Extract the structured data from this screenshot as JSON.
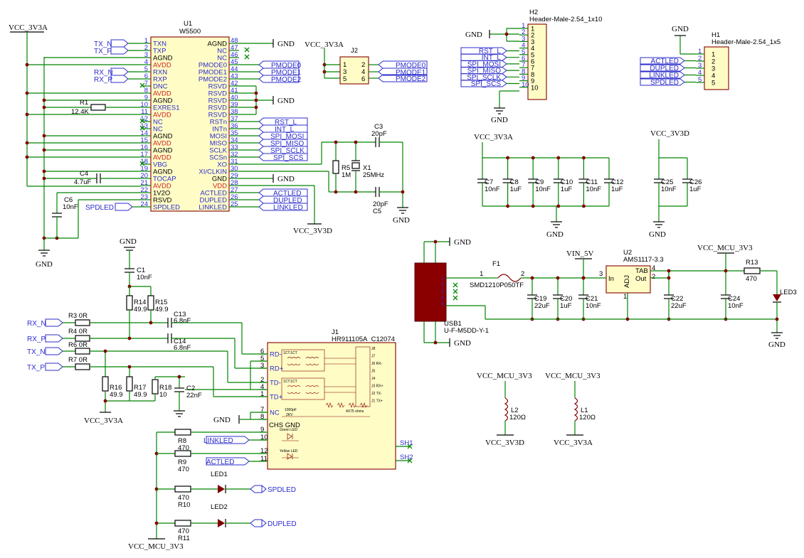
{
  "power": {
    "vcc3v3a": "VCC_3V3A",
    "vcc3v3d": "VCC_3V3D",
    "vccmcu": "VCC_MCU_3V3",
    "vin5v": "VIN_5V",
    "gnd": "GND"
  },
  "u1": {
    "ref": "U1",
    "value": "W5500",
    "left_pins": [
      {
        "num": "1",
        "name": "TXN"
      },
      {
        "num": "2",
        "name": "TXP"
      },
      {
        "num": "3",
        "name": "AGND"
      },
      {
        "num": "4",
        "name": "AVDD"
      },
      {
        "num": "5",
        "name": "RXN"
      },
      {
        "num": "6",
        "name": "RXP"
      },
      {
        "num": "7",
        "name": "DNC"
      },
      {
        "num": "8",
        "name": "AVDD"
      },
      {
        "num": "9",
        "name": "AGND"
      },
      {
        "num": "10",
        "name": "EXRES1"
      },
      {
        "num": "11",
        "name": "AVDD"
      },
      {
        "num": "12",
        "name": "NC"
      },
      {
        "num": "13",
        "name": "NC"
      },
      {
        "num": "14",
        "name": "AGND"
      },
      {
        "num": "15",
        "name": "AVDD"
      },
      {
        "num": "16",
        "name": "AGND"
      },
      {
        "num": "17",
        "name": "AVDD"
      },
      {
        "num": "18",
        "name": "VBG"
      },
      {
        "num": "19",
        "name": "AGND"
      },
      {
        "num": "20",
        "name": "TOCAP"
      },
      {
        "num": "21",
        "name": "AVDD"
      },
      {
        "num": "22",
        "name": "1V2O"
      },
      {
        "num": "23",
        "name": "RSVD"
      },
      {
        "num": "24",
        "name": "SPDLED"
      }
    ],
    "right_pins": [
      {
        "num": "48",
        "name": "AGND"
      },
      {
        "num": "47",
        "name": "NC"
      },
      {
        "num": "46",
        "name": "NC"
      },
      {
        "num": "45",
        "name": "PMODE0"
      },
      {
        "num": "44",
        "name": "PMODE1"
      },
      {
        "num": "43",
        "name": "PMODE2"
      },
      {
        "num": "42",
        "name": "RSVD"
      },
      {
        "num": "41",
        "name": "RSVD"
      },
      {
        "num": "40",
        "name": "RSVD"
      },
      {
        "num": "39",
        "name": "RSVD"
      },
      {
        "num": "38",
        "name": "RSVD"
      },
      {
        "num": "37",
        "name": "RSTn"
      },
      {
        "num": "36",
        "name": "INTn"
      },
      {
        "num": "35",
        "name": "MOSI"
      },
      {
        "num": "34",
        "name": "MISO"
      },
      {
        "num": "33",
        "name": "SCLK"
      },
      {
        "num": "32",
        "name": "SCSn"
      },
      {
        "num": "31",
        "name": "XO"
      },
      {
        "num": "30",
        "name": "XI/CLKIN"
      },
      {
        "num": "29",
        "name": "GND"
      },
      {
        "num": "28",
        "name": "VDD"
      },
      {
        "num": "27",
        "name": "ACTLED"
      },
      {
        "num": "26",
        "name": "DUPLED"
      },
      {
        "num": "25",
        "name": "LINKLED"
      }
    ]
  },
  "labels": {
    "tx_n": "TX_N",
    "tx_p": "TX_P",
    "rx_n": "RX_N",
    "rx_p": "RX_P",
    "pmode0": "PMODE0",
    "pmode1": "PMODE1",
    "pmode2": "PMODE2",
    "rst_l": "RST_L",
    "int_l": "INT_L",
    "spi_mosi": "SPI_MOSI",
    "spi_miso": "SPI_MISO",
    "spi_sclk": "SPI_SCLK",
    "spi_scs": "SPI_SCS",
    "actled": "ACTLED",
    "dupled": "DUPLED",
    "linkled": "LINKLED",
    "spdled": "SPDLED"
  },
  "j2": {
    "ref": "J2",
    "pins": [
      "1",
      "2",
      "3",
      "4",
      "5",
      "6"
    ]
  },
  "h2": {
    "ref": "H2",
    "value": "Header-Male-2.54_1x10",
    "labels": [
      "RST_L",
      "INT_L",
      "SPI_MOSI",
      "SPI_MISO",
      "SPI_SCLK",
      "SPI_SCS"
    ]
  },
  "h1": {
    "ref": "H1",
    "value": "Header-Male-2.54_1x5",
    "labels": [
      "ACTLED",
      "DUPLED",
      "LINKLED",
      "SPDLED"
    ]
  },
  "components": {
    "r1": {
      "ref": "R1",
      "value": "12.4K"
    },
    "c4": {
      "ref": "C4",
      "value": "4.7uF"
    },
    "c6": {
      "ref": "C6",
      "value": "10nF"
    },
    "c3": {
      "ref": "C3",
      "value": "20pF"
    },
    "c5": {
      "ref": "C5",
      "value": "20pF"
    },
    "r5": {
      "ref": "R5",
      "value": "1M"
    },
    "x1": {
      "ref": "X1",
      "value": "25MHz"
    },
    "c1": {
      "ref": "C1",
      "value": "10nF"
    },
    "r14": {
      "ref": "R14",
      "value": "49.9"
    },
    "r15": {
      "ref": "R15",
      "value": "49.9"
    },
    "r16": {
      "ref": "R16",
      "value": "49.9"
    },
    "r17": {
      "ref": "R17",
      "value": "49.9"
    },
    "r18": {
      "ref": "R18",
      "value": "10"
    },
    "c2": {
      "ref": "C2",
      "value": "22nF"
    },
    "c13": {
      "ref": "C13",
      "value": "6.8nF"
    },
    "c14": {
      "ref": "C14",
      "value": "6.8nF"
    },
    "r3": {
      "ref": "R3",
      "value": "0R"
    },
    "r4": {
      "ref": "R4",
      "value": "0R"
    },
    "r6": {
      "ref": "R6",
      "value": "0R"
    },
    "r7": {
      "ref": "R7",
      "value": "0R"
    },
    "r8": {
      "ref": "R8",
      "value": "470"
    },
    "r9": {
      "ref": "R9",
      "value": "470"
    },
    "r10": {
      "ref": "R10",
      "value": "470"
    },
    "r11": {
      "ref": "R11",
      "value": "470"
    },
    "led1": {
      "ref": "LED1"
    },
    "led2": {
      "ref": "LED2"
    },
    "l1": {
      "ref": "L1",
      "value": "120Ω"
    },
    "l2": {
      "ref": "L2",
      "value": "120Ω"
    },
    "f1": {
      "ref": "F1",
      "value": "SMD1210P050TF"
    },
    "usb1": {
      "ref": "USB1",
      "value": "U-F-M5DD-Y-1"
    },
    "u2": {
      "ref": "U2",
      "value": "AMS1117-3.3",
      "tab": "TAB",
      "in": "In",
      "out": "Out",
      "adj": "ADJ"
    },
    "r13": {
      "ref": "R13",
      "value": "470"
    },
    "led3": {
      "ref": "LED3"
    },
    "c19": {
      "ref": "C19",
      "value": "22uF"
    },
    "c20": {
      "ref": "C20",
      "value": "1uF"
    },
    "c21": {
      "ref": "C21",
      "value": "10nF"
    },
    "c22": {
      "ref": "C22",
      "value": "22uF"
    },
    "c24": {
      "ref": "C24",
      "value": "10nF"
    }
  },
  "decoupling_a": [
    {
      "ref": "C7",
      "value": "10nF"
    },
    {
      "ref": "C8",
      "value": "1uF"
    },
    {
      "ref": "C9",
      "value": "10nF"
    },
    {
      "ref": "C10",
      "value": "1uF"
    },
    {
      "ref": "C11",
      "value": "10nF"
    },
    {
      "ref": "C12",
      "value": "1uF"
    }
  ],
  "decoupling_d": [
    {
      "ref": "C25",
      "value": "10nF"
    },
    {
      "ref": "C26",
      "value": "1uF"
    }
  ],
  "j1": {
    "ref": "J1",
    "value": "HR911105A_C12074",
    "pins_left": [
      {
        "num": "6",
        "name": "RD-"
      },
      {
        "num": "5",
        "name": ""
      },
      {
        "num": "3",
        "name": "RD+"
      },
      {
        "num": "2",
        "name": "TD-"
      },
      {
        "num": "4",
        "name": ""
      },
      {
        "num": "1",
        "name": "TD+"
      },
      {
        "num": "7",
        "name": "NC"
      },
      {
        "num": "8",
        "name": ""
      },
      {
        "num": "9",
        "name": ""
      },
      {
        "num": "10",
        "name": ""
      },
      {
        "num": "12",
        "name": ""
      },
      {
        "num": "11",
        "name": ""
      }
    ],
    "inner_pins": [
      "J8",
      "J7",
      "J6 RX-",
      "J5",
      "J4",
      "J3 RX+",
      "J2 TX-",
      "J1 TX+"
    ],
    "xfmr": "1CT:1CT",
    "chs_gnd": "CHS GND",
    "cap_note_1": "1000pF",
    "cap_note_2": "2KV",
    "res_note": "4X75 ohms",
    "green_led": "Green LED",
    "yellow_led": "Yellow LED",
    "sh1": "SH1",
    "sh2": "SH2"
  },
  "usb_pins": [
    "1",
    "2",
    "3",
    "4",
    "5"
  ],
  "pin_nums": {
    "f1_1": "1",
    "f1_2": "2",
    "u2_3": "3",
    "u2_4": "4",
    "u2_2": "2",
    "u2_1": "1"
  }
}
